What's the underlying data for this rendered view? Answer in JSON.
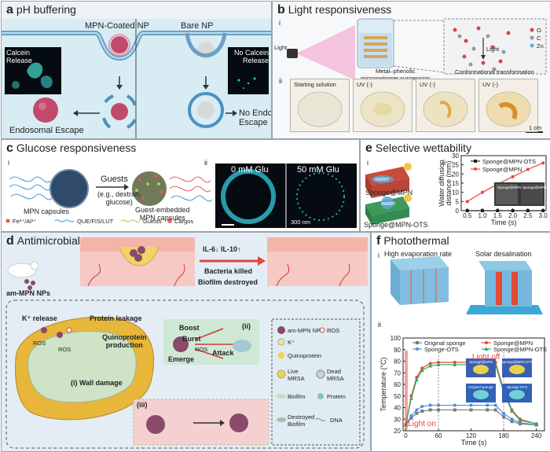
{
  "panel_a": {
    "letter": "a",
    "title": "pH buffering",
    "mpn_label": "MPN-Coated NP",
    "bare_label": "Bare NP",
    "calcein_release": "Calcein\nRelease",
    "no_calcein_release": "No Calcein\nRelease",
    "endosomal_escape": "Endosomal Escape",
    "no_endosomal_escape": "No Endosomal\nEscape"
  },
  "panel_b": {
    "letter": "b",
    "title": "Light responsiveness",
    "sub_i": "i",
    "sub_ii": "ii",
    "light": "Light",
    "light_arrow": "Light",
    "suspension": "Metal–phenolic\nmicroswimmer suspension",
    "conformational": "Conformational transformation",
    "legend_o": "O",
    "legend_c": "C",
    "legend_zn": "Zn",
    "photos": [
      "Starting solution",
      "UV (-)",
      "UV (-)",
      "UV (-)"
    ],
    "scale": "1 cm"
  },
  "panel_c": {
    "letter": "c",
    "title": "Glucose responsiveness",
    "sub_i": "i",
    "sub_ii": "ii",
    "guests": "Guests",
    "guests_eg": "(e.g., dextran,\nglucose)",
    "mpn_capsules": "MPN capsules",
    "guest_embedded": "Guest-embedded\nMPN capsules",
    "legend": [
      "Fe³⁺/Al³⁺",
      "QUE/FIS/LUT",
      "Guests",
      "Cargos"
    ],
    "glu0": "0 mM Glu",
    "glu50": "50 mM Glu",
    "scale": "300 nm"
  },
  "panel_d": {
    "letter": "d",
    "title": "Antimicrobial",
    "am_mpn": "am-MPN NPs",
    "il": "IL-6↓ IL-10↑",
    "bacteria_killed": "Bacteria killed",
    "biofilm_destroyed": "Biofilm destroyed",
    "k_release": "K⁺ release",
    "protein_leakage": "Protein leakage",
    "ros": "ROS",
    "quinoprotein_production": "Quinoprotein\nproduction",
    "wall_damage": "(i) Wall damage",
    "boost": "Boost",
    "burst": "Burst",
    "emerge": "Emerge",
    "attack": "Attack",
    "sub_ii": "(ii)",
    "sub_iii": "(iii)",
    "legend": [
      {
        "left": "am-MPN NP",
        "right": "ROS"
      },
      {
        "left": "K⁺",
        "right": ""
      },
      {
        "left": "Quinoprotein",
        "right": ""
      },
      {
        "left": "Live\nMRSA",
        "right": "Dead\nMRSA"
      },
      {
        "left": "Biofilm",
        "right": "Protein"
      },
      {
        "left": "Destroyed\nBiofilm",
        "right": "DNA"
      }
    ]
  },
  "panel_e": {
    "letter": "e",
    "title": "Selective wettability",
    "sub_i": "i",
    "sub_ii": "ii",
    "water": "water",
    "sponge_mpn": "Sponge@MPN",
    "sponge_mpn_ots": "Sponge@MPN-OTS",
    "inset_left": "Sponge@MPN",
    "inset_right": "Sponge@MPN-OTS"
  },
  "panel_f": {
    "letter": "f",
    "title": "Photothermal",
    "sub_i": "i",
    "sub_ii": "ii",
    "high_evap": "High evaporation rate",
    "solar_desal": "Solar desalination",
    "light_on": "Light on",
    "light_off": "Light off",
    "inset_labels": [
      "Sponge@MPN",
      "Sponge@MPN-OTS",
      "Original sponge",
      "Sponge-OTS"
    ]
  },
  "chart_data": [
    {
      "type": "line",
      "panel": "e-ii",
      "xlabel": "Time (s)",
      "ylabel": "Water diffusion\ndistance (mm)",
      "xlim": [
        0.3,
        3.1
      ],
      "ylim": [
        0,
        30
      ],
      "xticks": [
        "0.5",
        "1.0",
        "1.5",
        "2.0",
        "2.5",
        "3.0"
      ],
      "yticks": [
        "0",
        "5",
        "10",
        "15",
        "20",
        "25",
        "30"
      ],
      "legend_position": "top",
      "series": [
        {
          "name": "Sponge@MPN-OTS",
          "color": "#222222",
          "marker": "square",
          "x": [
            0.5,
            1.0,
            1.5,
            2.0,
            2.5,
            3.0
          ],
          "y": [
            0,
            0,
            0,
            0,
            0,
            0
          ]
        },
        {
          "name": "Sponge@MPN",
          "color": "#e8453c",
          "marker": "circle",
          "x": [
            0.5,
            1.0,
            1.5,
            2.0,
            2.5,
            3.0
          ],
          "y": [
            5,
            10,
            14.5,
            18.5,
            22.5,
            26
          ]
        }
      ]
    },
    {
      "type": "line",
      "panel": "f-ii",
      "xlabel": "Time (s)",
      "ylabel": "Temperature (°C)",
      "xlim": [
        -5,
        255
      ],
      "ylim": [
        20,
        100
      ],
      "xticks": [
        "0",
        "60",
        "120",
        "180",
        "240"
      ],
      "yticks": [
        "20",
        "30",
        "40",
        "50",
        "60",
        "70",
        "80",
        "90",
        "100"
      ],
      "legend_position": "top",
      "series": [
        {
          "name": "Original sponge",
          "color": "#7a7a7a",
          "marker": "square",
          "x": [
            0,
            10,
            20,
            30,
            45,
            60,
            90,
            120,
            150,
            165,
            180,
            195,
            210,
            240
          ],
          "y": [
            25,
            31,
            35,
            37,
            38,
            38,
            38,
            38,
            38,
            38,
            32,
            28,
            26,
            25
          ]
        },
        {
          "name": "Sponge-OTS",
          "color": "#4a90d9",
          "marker": "circle",
          "x": [
            0,
            10,
            20,
            30,
            45,
            60,
            90,
            120,
            150,
            165,
            180,
            195,
            210,
            240
          ],
          "y": [
            25,
            33,
            38,
            41,
            42,
            42,
            42,
            42,
            42,
            42,
            35,
            30,
            27,
            25
          ]
        },
        {
          "name": "Sponge@MPN",
          "color": "#e8453c",
          "marker": "circle",
          "x": [
            0,
            10,
            20,
            30,
            45,
            60,
            90,
            120,
            150,
            165,
            180,
            195,
            210,
            240
          ],
          "y": [
            25,
            50,
            66,
            74,
            78,
            79,
            79,
            79,
            79,
            79,
            55,
            38,
            30,
            26
          ]
        },
        {
          "name": "Sponge@MPN-OTS",
          "color": "#2eab5a",
          "marker": "triangle",
          "x": [
            0,
            10,
            20,
            30,
            45,
            60,
            90,
            120,
            150,
            165,
            180,
            195,
            210,
            240
          ],
          "y": [
            25,
            48,
            64,
            72,
            76,
            77,
            77,
            77,
            77,
            77,
            53,
            37,
            29,
            26
          ]
        }
      ]
    }
  ]
}
